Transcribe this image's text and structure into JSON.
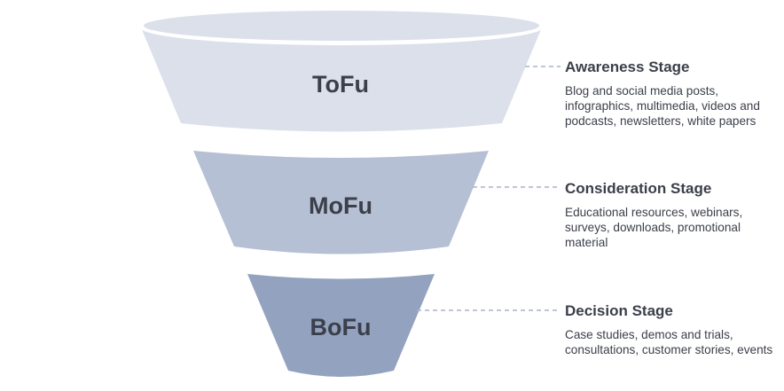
{
  "colors": {
    "tofu": "#dbe0ea",
    "tofu_rim": "#dbe0ea",
    "mofu": "#b6c0d4",
    "bofu": "#93a2bf",
    "text": "#3b3f4a",
    "connector": "#a9b4c6"
  },
  "stages": [
    {
      "code": "ToFu",
      "title": "Awareness Stage",
      "description": "Blog and social media posts,\ninfographics, multimedia, videos and\npodcasts, newsletters, white papers"
    },
    {
      "code": "MoFu",
      "title": "Consideration Stage",
      "description": "Educational resources, webinars,\nsurveys, downloads, promotional\nmaterial"
    },
    {
      "code": "BoFu",
      "title": "Decision Stage",
      "description": "Case studies, demos and trials,\nconsultations, customer stories, events"
    }
  ]
}
